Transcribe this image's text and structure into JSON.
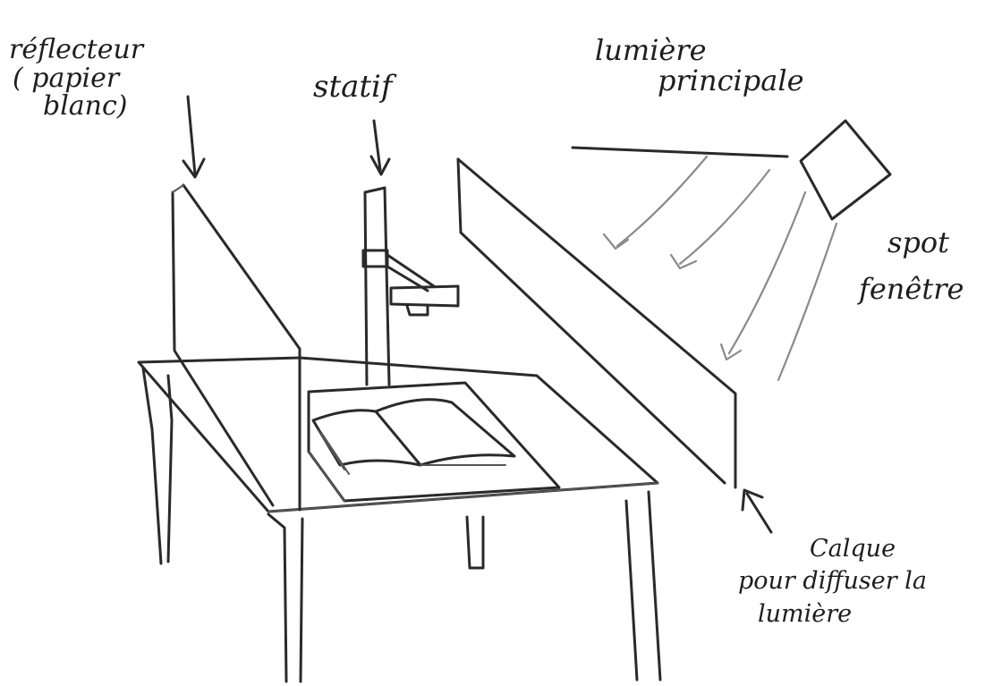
{
  "labels": {
    "reflecteur": [
      "réflecteur",
      "( papier",
      "blanc)"
    ],
    "statif": [
      "statif"
    ],
    "lumiere_principale": [
      "lumière",
      "principale"
    ],
    "spot_fenetre": [
      "spot",
      "fenêtre"
    ],
    "calque": [
      "Calque",
      "pour diffuser la",
      "lumière"
    ]
  }
}
